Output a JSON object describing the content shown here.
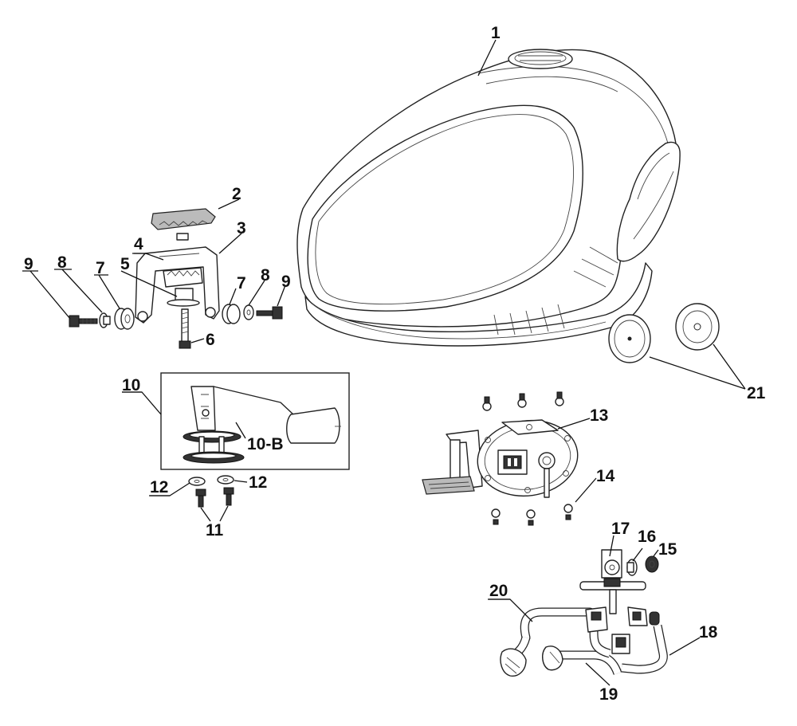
{
  "callouts": {
    "c1": "1",
    "c2": "2",
    "c3": "3",
    "c4": "4",
    "c5": "5",
    "c6": "6",
    "c7a": "7",
    "c7b": "7",
    "c8a": "8",
    "c8b": "8",
    "c9a": "9",
    "c9b": "9",
    "c10": "10",
    "c10b": "10-B",
    "c11": "11",
    "c12a": "12",
    "c12b": "12",
    "c13": "13",
    "c14": "14",
    "c15": "15",
    "c16": "16",
    "c17": "17",
    "c18": "18",
    "c19": "19",
    "c20": "20",
    "c21": "21"
  },
  "colors": {
    "line": "#222222",
    "background": "#ffffff"
  }
}
